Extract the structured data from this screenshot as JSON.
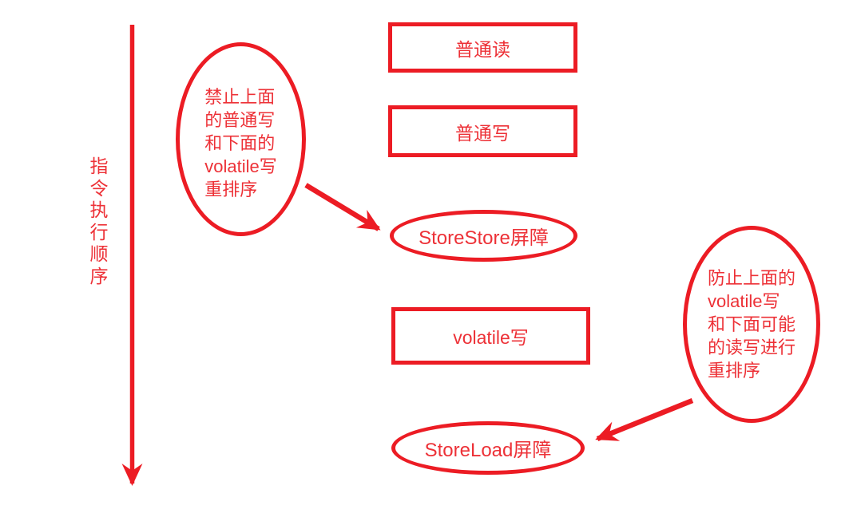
{
  "colors": {
    "stroke": "#EC1C24",
    "text": "#ED3137",
    "background": "#FFFFFF"
  },
  "diagram": {
    "axis": {
      "label": "指令执行顺序",
      "direction": "top-to-bottom"
    },
    "nodes": [
      {
        "id": "normal-read",
        "shape": "rect",
        "label": "普通读"
      },
      {
        "id": "normal-write",
        "shape": "rect",
        "label": "普通写"
      },
      {
        "id": "storestore-barrier",
        "shape": "ellipse",
        "label": "StoreStore屏障"
      },
      {
        "id": "volatile-write",
        "shape": "rect",
        "label": "volatile写"
      },
      {
        "id": "storeload-barrier",
        "shape": "ellipse",
        "label": "StoreLoad屏障"
      }
    ],
    "annotations": [
      {
        "id": "left",
        "text": "禁止上面\n的普通写\n和下面的\nvolatile写\n重排序",
        "points_to": "storestore-barrier"
      },
      {
        "id": "right",
        "text": "防止上面的\nvolatile写\n和下面可能\n的读写进行\n重排序",
        "points_to": "storeload-barrier"
      }
    ]
  }
}
